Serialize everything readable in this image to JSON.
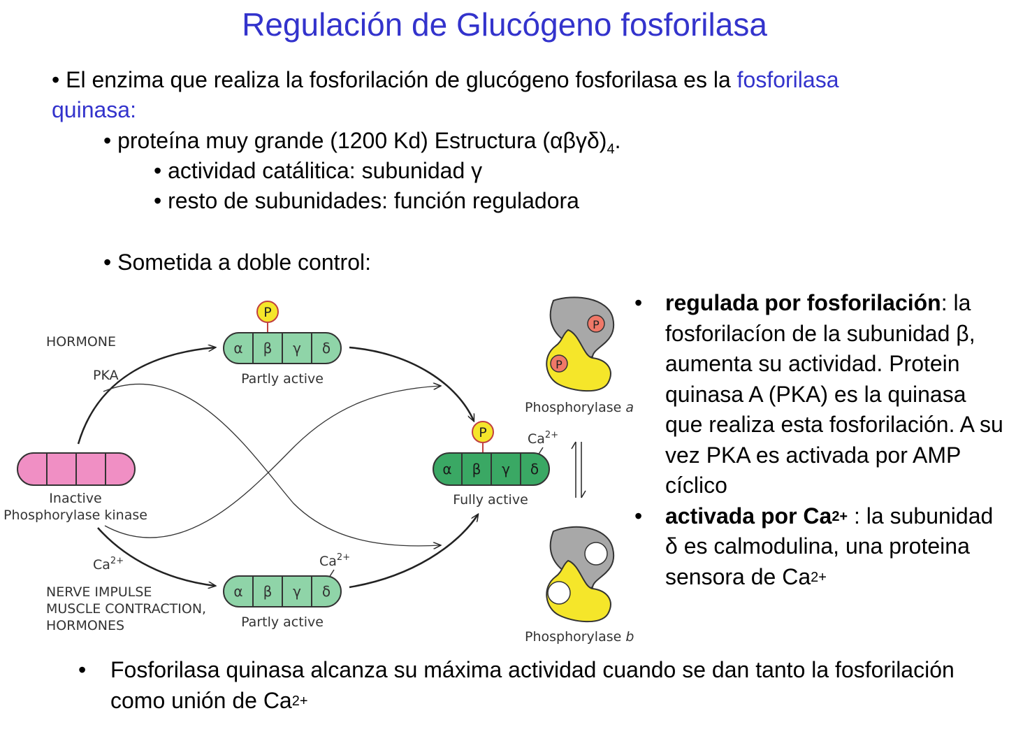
{
  "title": "Regulación de Glucógeno fosforilasa",
  "intro": {
    "bullet": "•",
    "text": "El enzima que realiza la fosforilación de glucógeno fosforilasa es la",
    "highlight_1": "fosforilasa",
    "highlight_2": "quinasa:"
  },
  "sub_bullets": {
    "protein": "proteína muy grande (1200 Kd) Estructura (αβγδ)",
    "protein_subscript": "4",
    "protein_end": ".",
    "activity": "actividad catálitica: subunidad γ",
    "rest": "resto de subunidades: función reguladora",
    "control": "Sometida a doble control:"
  },
  "diagram": {
    "hormone": "HORMONE",
    "pka": "PKA",
    "inactive_1": "Inactive",
    "inactive_2": "Phosphorylase kinase",
    "ca_left": "Ca",
    "ca_sup": "2+",
    "nerve_1": "NERVE IMPULSE",
    "nerve_2": "MUSCLE CONTRACTION,",
    "nerve_3": "HORMONES",
    "partly_active": "Partly active",
    "fully_active": "Fully active",
    "subunits": [
      "α",
      "β",
      "γ",
      "δ"
    ],
    "p_label": "P",
    "phosphorylase_a": "Phosphorylase",
    "phosphorylase_a_letter": "a",
    "phosphorylase_b": "Phosphorylase",
    "phosphorylase_b_letter": "b",
    "colors": {
      "inactive": "#f08fc4",
      "partly": "#8fd4a8",
      "fully": "#3aa864",
      "phosphate": "#f5e62a",
      "phos_enzyme": "#f5e62a",
      "phos_grey": "#a8a8a8",
      "phos_dot": "#f07868"
    }
  },
  "right": {
    "b1_bold": "regulada por fosforilación",
    "b1_rest": ": la fosforilacíon de la subunidad β, aumenta su actividad. Protein quinasa A (PKA) es la quinasa que realiza esta fosforilación. A su vez PKA es activada por AMP cíclico",
    "b2_bold": "activada por Ca",
    "b2_sup": "2+",
    "b2_rest": " : la subunidad δ es calmodulina, una proteina sensora de Ca",
    "b2_end_sup": "2+"
  },
  "bottom": {
    "text": "Fosforilasa quinasa alcanza su máxima actividad cuando se dan tanto la fosforilación como unión de Ca",
    "sup": "2+"
  }
}
